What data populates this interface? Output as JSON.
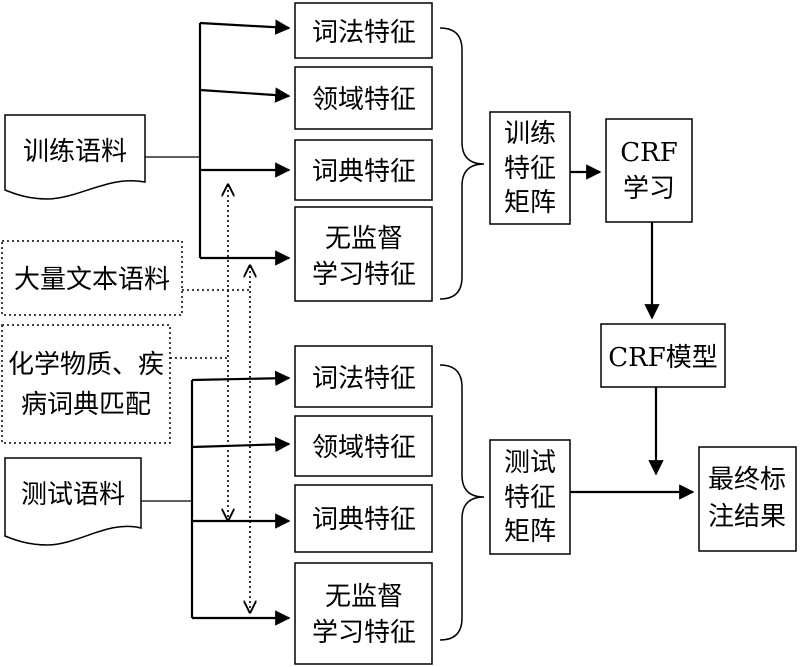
{
  "train_corpus": "训练语料",
  "test_corpus": "测试语料",
  "large_corpus": "大量文本语料",
  "dict_match": [
    "化学物质、疾",
    "病词典匹配"
  ],
  "train_features": {
    "lexical": "词法特征",
    "domain": "领域特征",
    "dictionary": "词典特征",
    "unsupervised": [
      "无监督",
      "学习特征"
    ]
  },
  "test_features": {
    "lexical": "词法特征",
    "domain": "领域特征",
    "dictionary": "词典特征",
    "unsupervised": [
      "无监督",
      "学习特征"
    ]
  },
  "train_matrix": [
    "训练",
    "特征",
    "矩阵"
  ],
  "test_matrix": [
    "测试",
    "特征",
    "矩阵"
  ],
  "crf_learn": [
    "CRF",
    "学习"
  ],
  "crf_model": "CRF模型",
  "final_result": [
    "最终标",
    "注结果"
  ]
}
